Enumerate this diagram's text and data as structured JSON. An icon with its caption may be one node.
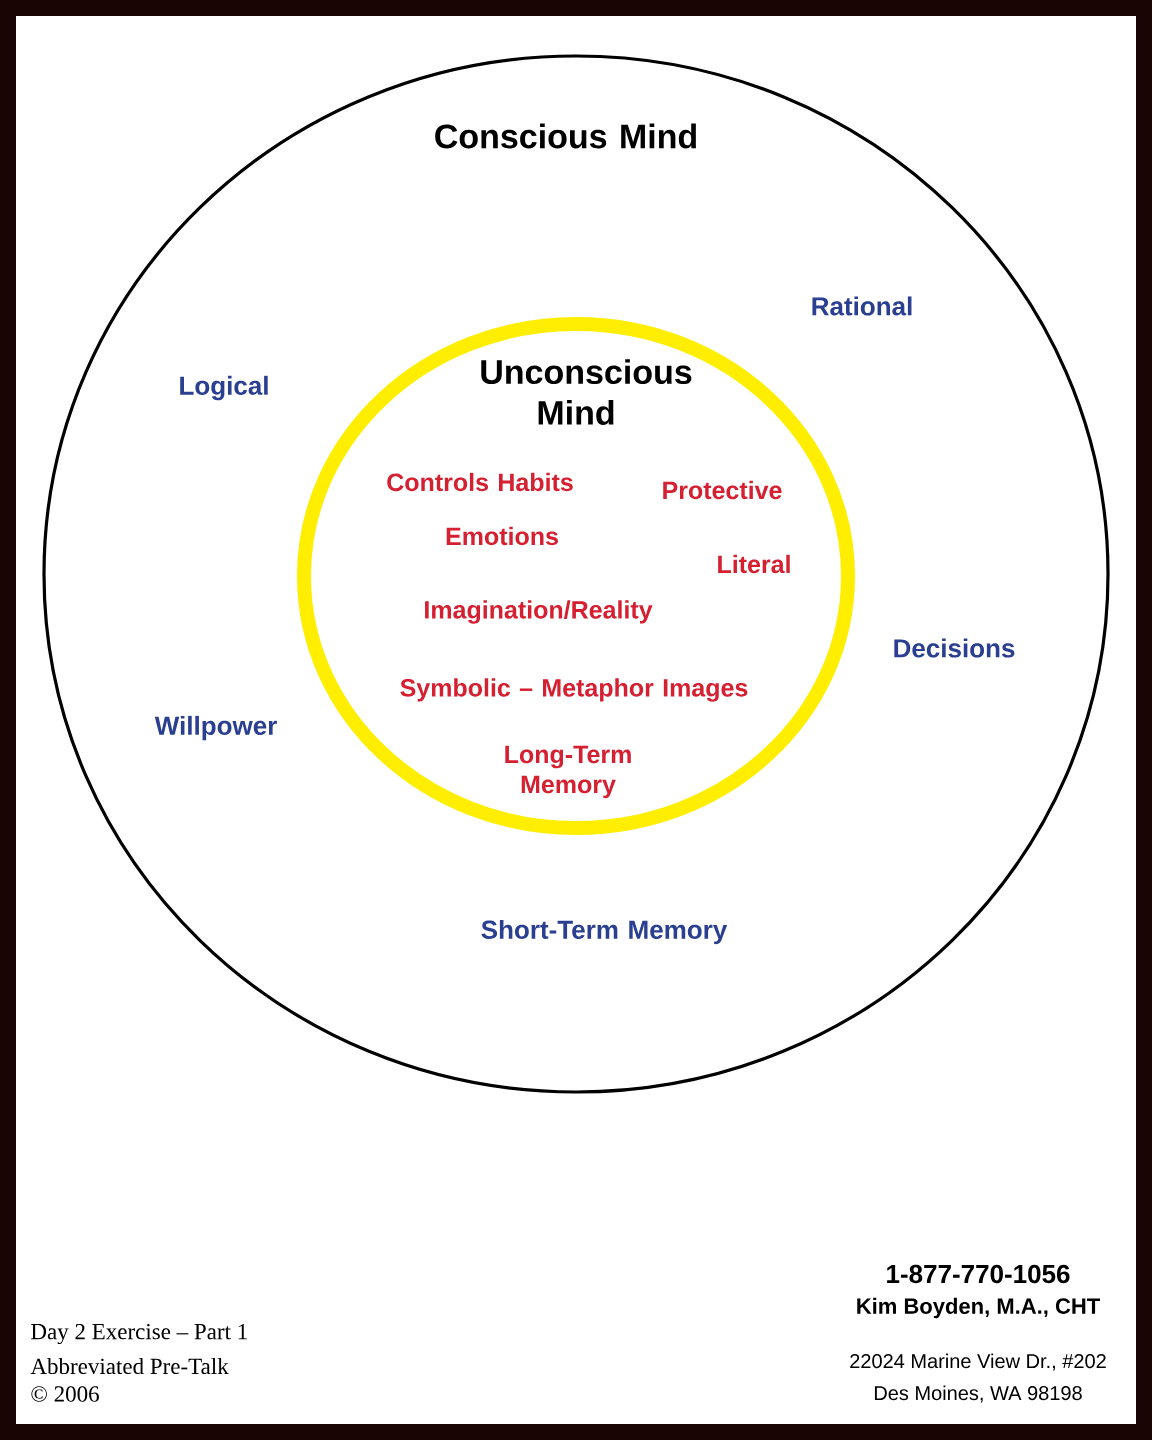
{
  "diagram": {
    "nodes": [
      {
        "text": [
          "Conscious Mind",
          "Rational",
          "Logical",
          "Decisions",
          "Willpower",
          "Short-Term Memory"
        ]
      },
      {
        "text": [
          "Unconscious Mind",
          "Controls Habits",
          "Protective",
          "Emotions",
          "Literal",
          "Imagination/Reality",
          "Symbolic – Metaphor Images",
          "Long-Term Memory"
        ],
        "in": 0
      }
    ],
    "labels": [
      "1-877-770-1056",
      "Kim Boyden, M.A., CHT",
      "22024 Marine View Dr., #202",
      "Des Moines, WA  98198",
      "Day 2 Exercise – Part 1",
      "Abbreviated Pre-Talk",
      "© 2006"
    ]
  }
}
